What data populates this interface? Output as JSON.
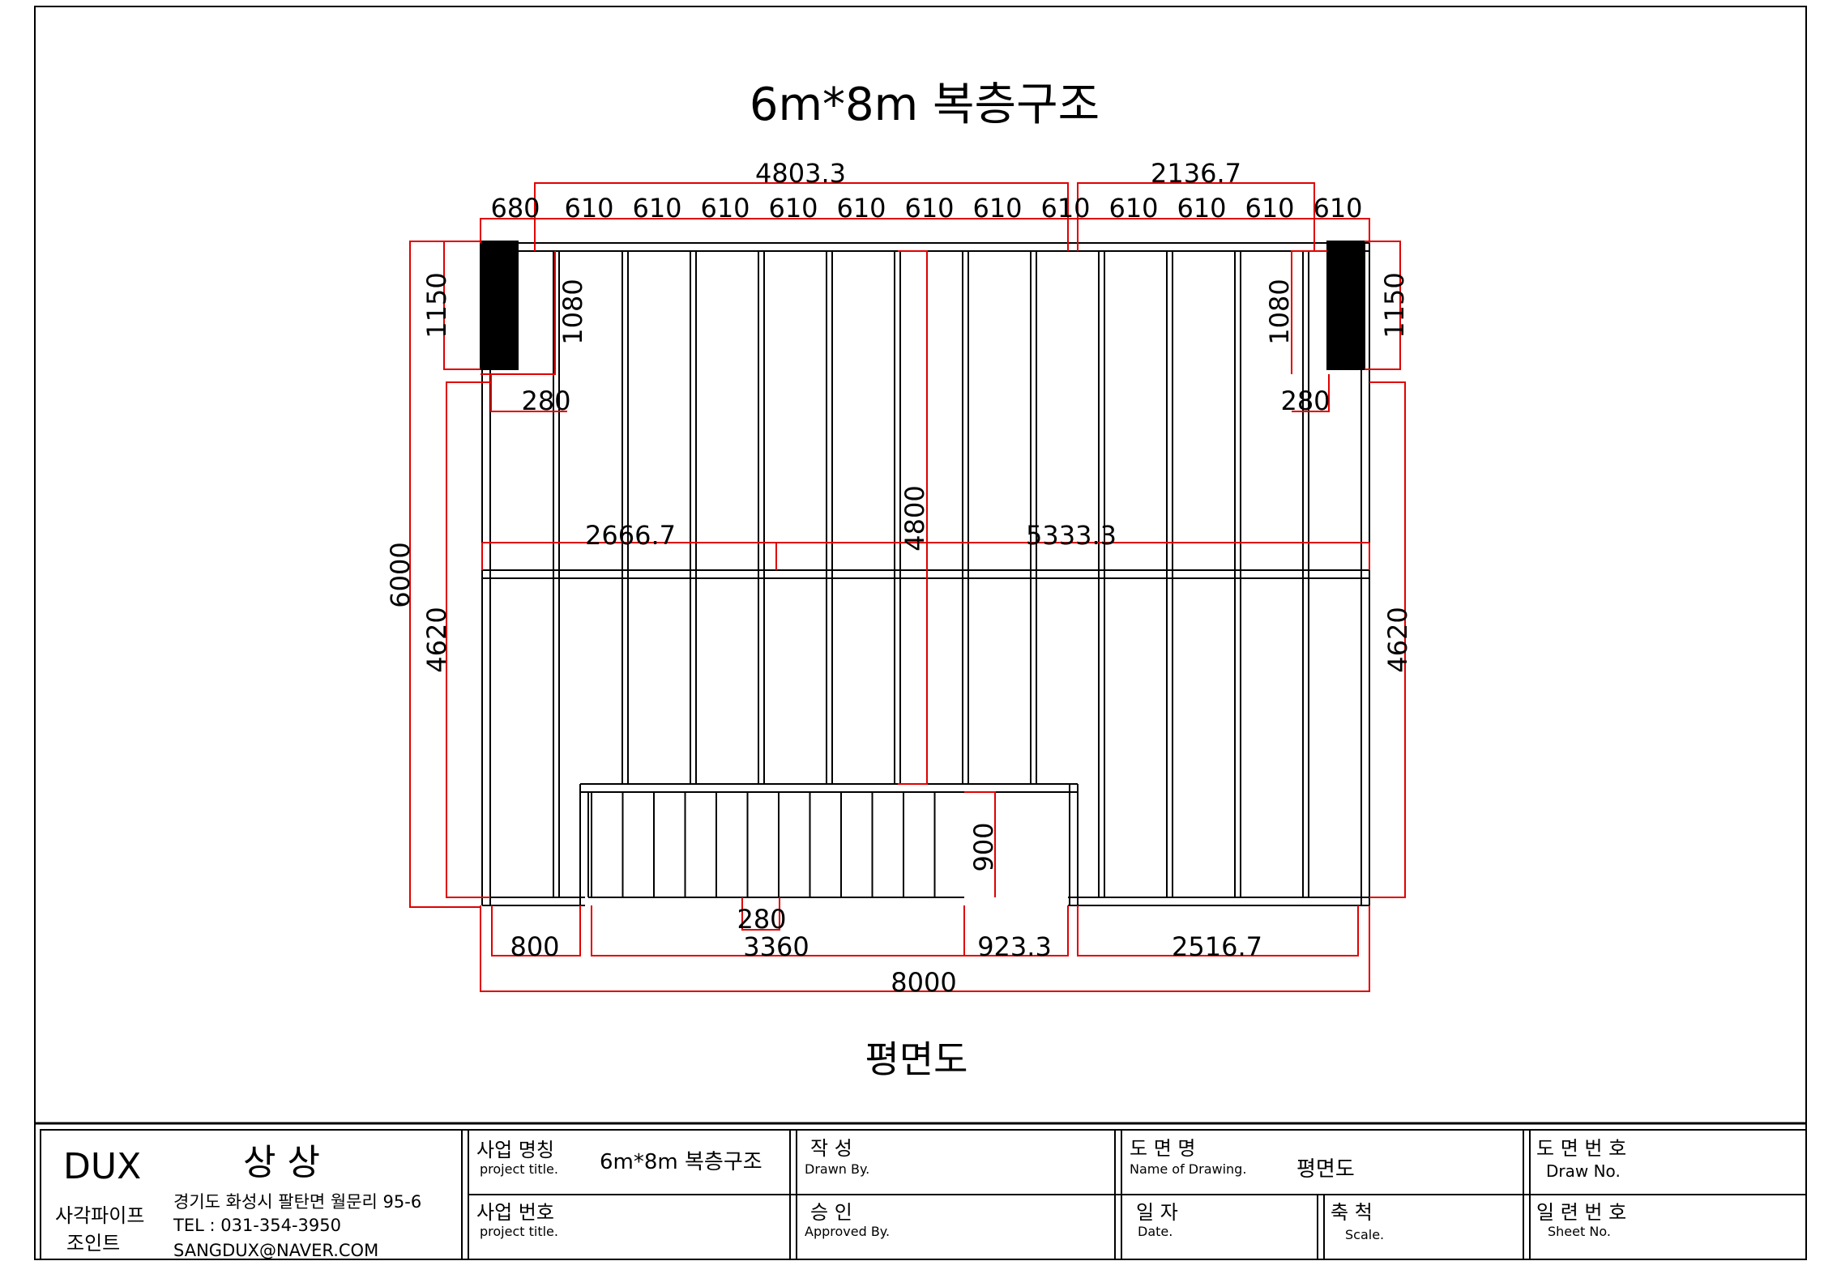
{
  "drawing": {
    "title": "6m*8m  복층구조",
    "caption": "평면도",
    "dimensions": {
      "top_group_left": "4803.3",
      "top_group_right": "2136.7",
      "top_spacings": [
        "680",
        "610",
        "610",
        "610",
        "610",
        "610",
        "610",
        "610",
        "610",
        "610",
        "610",
        "610",
        "610"
      ],
      "left_column_height": "1150",
      "left_inner_height": "1080",
      "right_inner_height": "1080",
      "right_column_height": "1150",
      "left_offset": "280",
      "right_offset": "280",
      "mid_left": "2666.7",
      "mid_vertical": "4800",
      "mid_right": "5333.3",
      "total_height": "6000",
      "left_lower_height": "4620",
      "right_lower_height": "4620",
      "stair_height": "900",
      "stair_offset": "280",
      "bottom_segments": [
        "800",
        "3360",
        "923.3",
        "2516.7"
      ],
      "total_width": "8000"
    }
  },
  "title_block": {
    "company": "DUX",
    "brand": "상  상",
    "company_sub1": "사각파이프",
    "company_sub2": "조인트",
    "address": "경기도 화성시 팔탄면 월문리 95-6",
    "tel": "TEL : 031-354-3950",
    "email": "SANGDUX@NAVER.COM",
    "project_name_kr": "사업 명칭",
    "project_name_en": "project title.",
    "project_name_value": "6m*8m  복층구조",
    "project_no_kr": "사업 번호",
    "project_no_en": "project title.",
    "drawn_kr": "작    성",
    "drawn_en": "Drawn By.",
    "approved_kr": "승    인",
    "approved_en": "Approved By.",
    "drawing_name_kr": "도  면  명",
    "drawing_name_en": "Name of Drawing.",
    "drawing_name_value": "평면도",
    "date_kr": "일  자",
    "date_en": "Date.",
    "scale_kr": "축  척",
    "scale_en": "Scale.",
    "draw_no_kr": "도 면 번 호",
    "draw_no_en": "Draw No.",
    "sheet_no_kr": "일 련 번 호",
    "sheet_no_en": "Sheet No."
  },
  "colors": {
    "dimension_line": "#e00000",
    "structure_line": "#000000"
  }
}
